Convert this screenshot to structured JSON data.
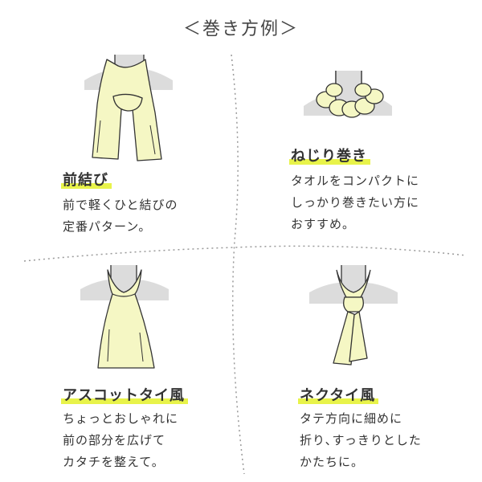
{
  "page_title": "＜巻き方例＞",
  "colors": {
    "scarf_fill": "#f5f7c4",
    "outline": "#333333",
    "neck_fill": "#dcdcdc",
    "highlight": "#e8f34a"
  },
  "styles": [
    {
      "name": "前結び",
      "desc": "前で軽くひと結びの\n定番パターン。"
    },
    {
      "name": "ねじり巻き",
      "desc": "タオルをコンパクトに\nしっかり巻きたい方に\nおすすめ。"
    },
    {
      "name": "アスコットタイ風",
      "desc": "ちょっとおしゃれに\n前の部分を広げて\nカタチを整えて。"
    },
    {
      "name": "ネクタイ風",
      "desc": "タテ方向に細めに\n折り､すっきりとした\nかたちに。"
    }
  ]
}
